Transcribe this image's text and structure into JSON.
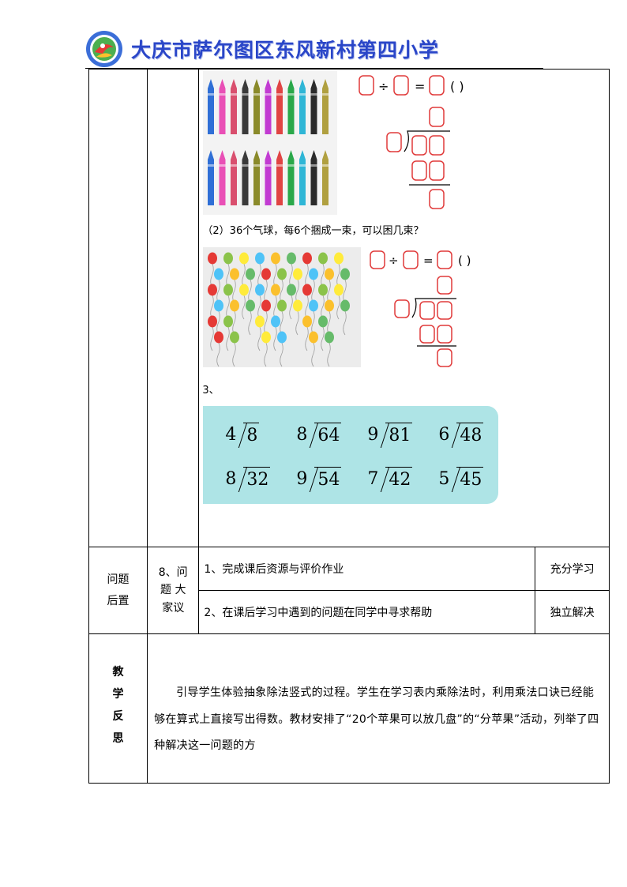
{
  "header": {
    "school_name": "大庆市萨尔图区东风新村第四小学"
  },
  "problems": {
    "q2_text": "（2）36个气球，每6个捆成一束，可以困几束？",
    "q3_label": "3、",
    "equation_ops": {
      "divide": "÷",
      "equals": "=",
      "paren": "(     )"
    },
    "exercises_row1": [
      {
        "divisor": "4",
        "dividend": "8"
      },
      {
        "divisor": "8",
        "dividend": "64"
      },
      {
        "divisor": "9",
        "dividend": "81"
      },
      {
        "divisor": "6",
        "dividend": "48"
      }
    ],
    "exercises_row2": [
      {
        "divisor": "8",
        "dividend": "32"
      },
      {
        "divisor": "9",
        "dividend": "54"
      },
      {
        "divisor": "7",
        "dividend": "42"
      },
      {
        "divisor": "5",
        "dividend": "45"
      }
    ]
  },
  "colors": {
    "title_blue": "#2a46c8",
    "box_red": "#e03a3a",
    "exercise_bg": "#aee4e6",
    "crayons": [
      "#2f6fd6",
      "#e94fb6",
      "#d94f6e",
      "#3a3a3a",
      "#8a8a2a",
      "#c23bd2",
      "#e04444",
      "#2aa84a",
      "#2fb6d6",
      "#2b2b2b",
      "#b0a040"
    ]
  },
  "rows": [
    {
      "label": "问题\n后置",
      "activity": "8、问题大家议",
      "activity_lines": [
        "8、问",
        "题 大",
        "家议"
      ],
      "tasks": [
        {
          "text": "1、完成课后资源与评价作业",
          "result": "充分学习"
        },
        {
          "text": "2、在课后学习中遇到的问题在同学中寻求帮助",
          "result": "独立解决"
        }
      ]
    }
  ],
  "reflection": {
    "label_chars": [
      "教",
      "学",
      "反",
      "思"
    ],
    "text": "引导学生体验抽象除法竖式的过程。学生在学习表内乘除法时，利用乘法口诀已经能够在算式上直接写出得数。教材安排了“20个苹果可以放几盘”的“分苹果”活动，列举了四种解决这一问题的方"
  }
}
